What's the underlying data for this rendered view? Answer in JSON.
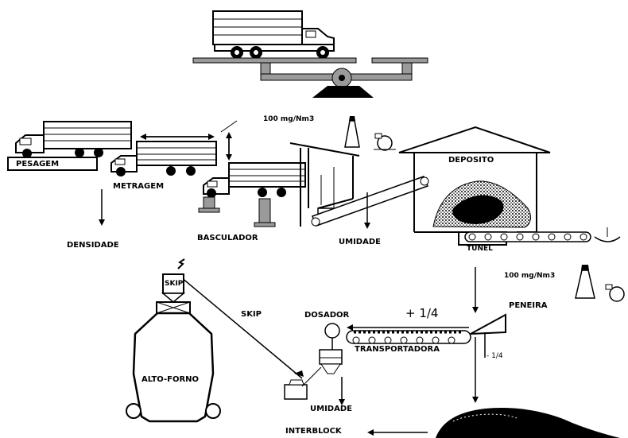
{
  "labels": {
    "emission_1": "100 mg/Nm3",
    "emission_2": "100 mg/Nm3",
    "pesagem": "PESAGEM",
    "metragem": "METRAGEM",
    "densidade": "DENSIDADE",
    "basculador": "BASCULADOR",
    "umidade_1": "UMIDADE",
    "deposito": "DEPOSITO",
    "tunel": "TUNEL",
    "skip_bucket": "SKIP",
    "skip_line": "SKIP",
    "dosador": "DOSADOR",
    "plus_quarter": "+ 1/4",
    "peneira": "PENEIRA",
    "transportadora": "TRANSPORTADORA",
    "minus_quarter": "- 1/4",
    "alto_forno": "ALTO-FORNO",
    "umidade_2": "UMIDADE",
    "interblock": "INTERBLOCK"
  },
  "colors": {
    "ink": "#000000",
    "paper": "#ffffff",
    "equipment_gray": "#9a9a9a"
  }
}
